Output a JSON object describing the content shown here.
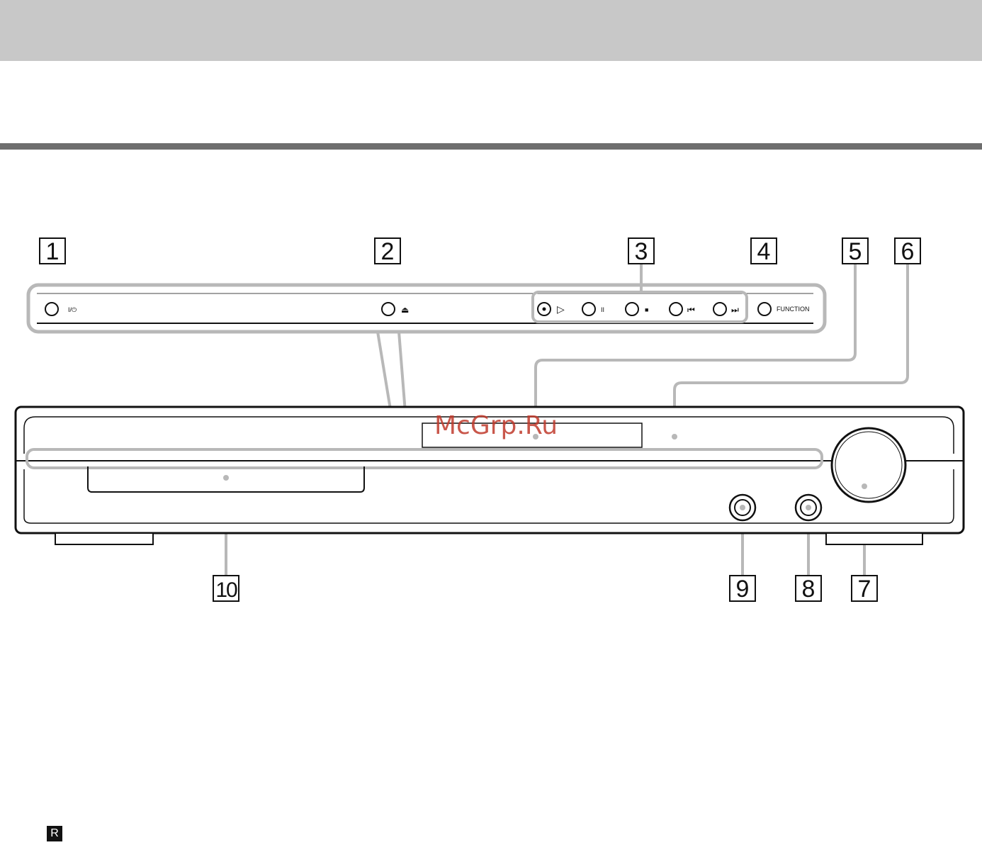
{
  "callouts": [
    "1",
    "2",
    "3",
    "4",
    "5",
    "6",
    "7",
    "8",
    "9",
    "10"
  ],
  "panel_labels": {
    "power_symbol": "I/⏻",
    "eject_symbol": "⏏",
    "play_symbol": "▷",
    "pause_symbol": "II",
    "stop_symbol": "■",
    "prev_symbol": "⏮",
    "next_symbol": "⏭",
    "function_label": "FUNCTION"
  },
  "watermark": "McGrp.Ru",
  "ir_badge": "R",
  "colors": {
    "header_band": "#c8c8c8",
    "rule": "#6e6e6e",
    "watermark": "#c0392b"
  }
}
